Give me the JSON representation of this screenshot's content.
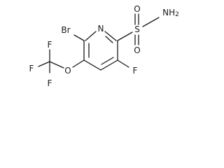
{
  "molecule": {
    "atoms": {
      "n_ring": "N",
      "br": "Br",
      "s": "S",
      "o_top": "O",
      "o_bottom": "O",
      "nh2": "NH2",
      "f_ring": "F",
      "o_ether": "O",
      "cf3_f_top": "F",
      "cf3_f_left": "F",
      "cf3_f_bottom": "F"
    },
    "colors": {
      "bond": "#1a1a1a",
      "label": "#1a1a1a",
      "background": "#ffffff"
    }
  }
}
